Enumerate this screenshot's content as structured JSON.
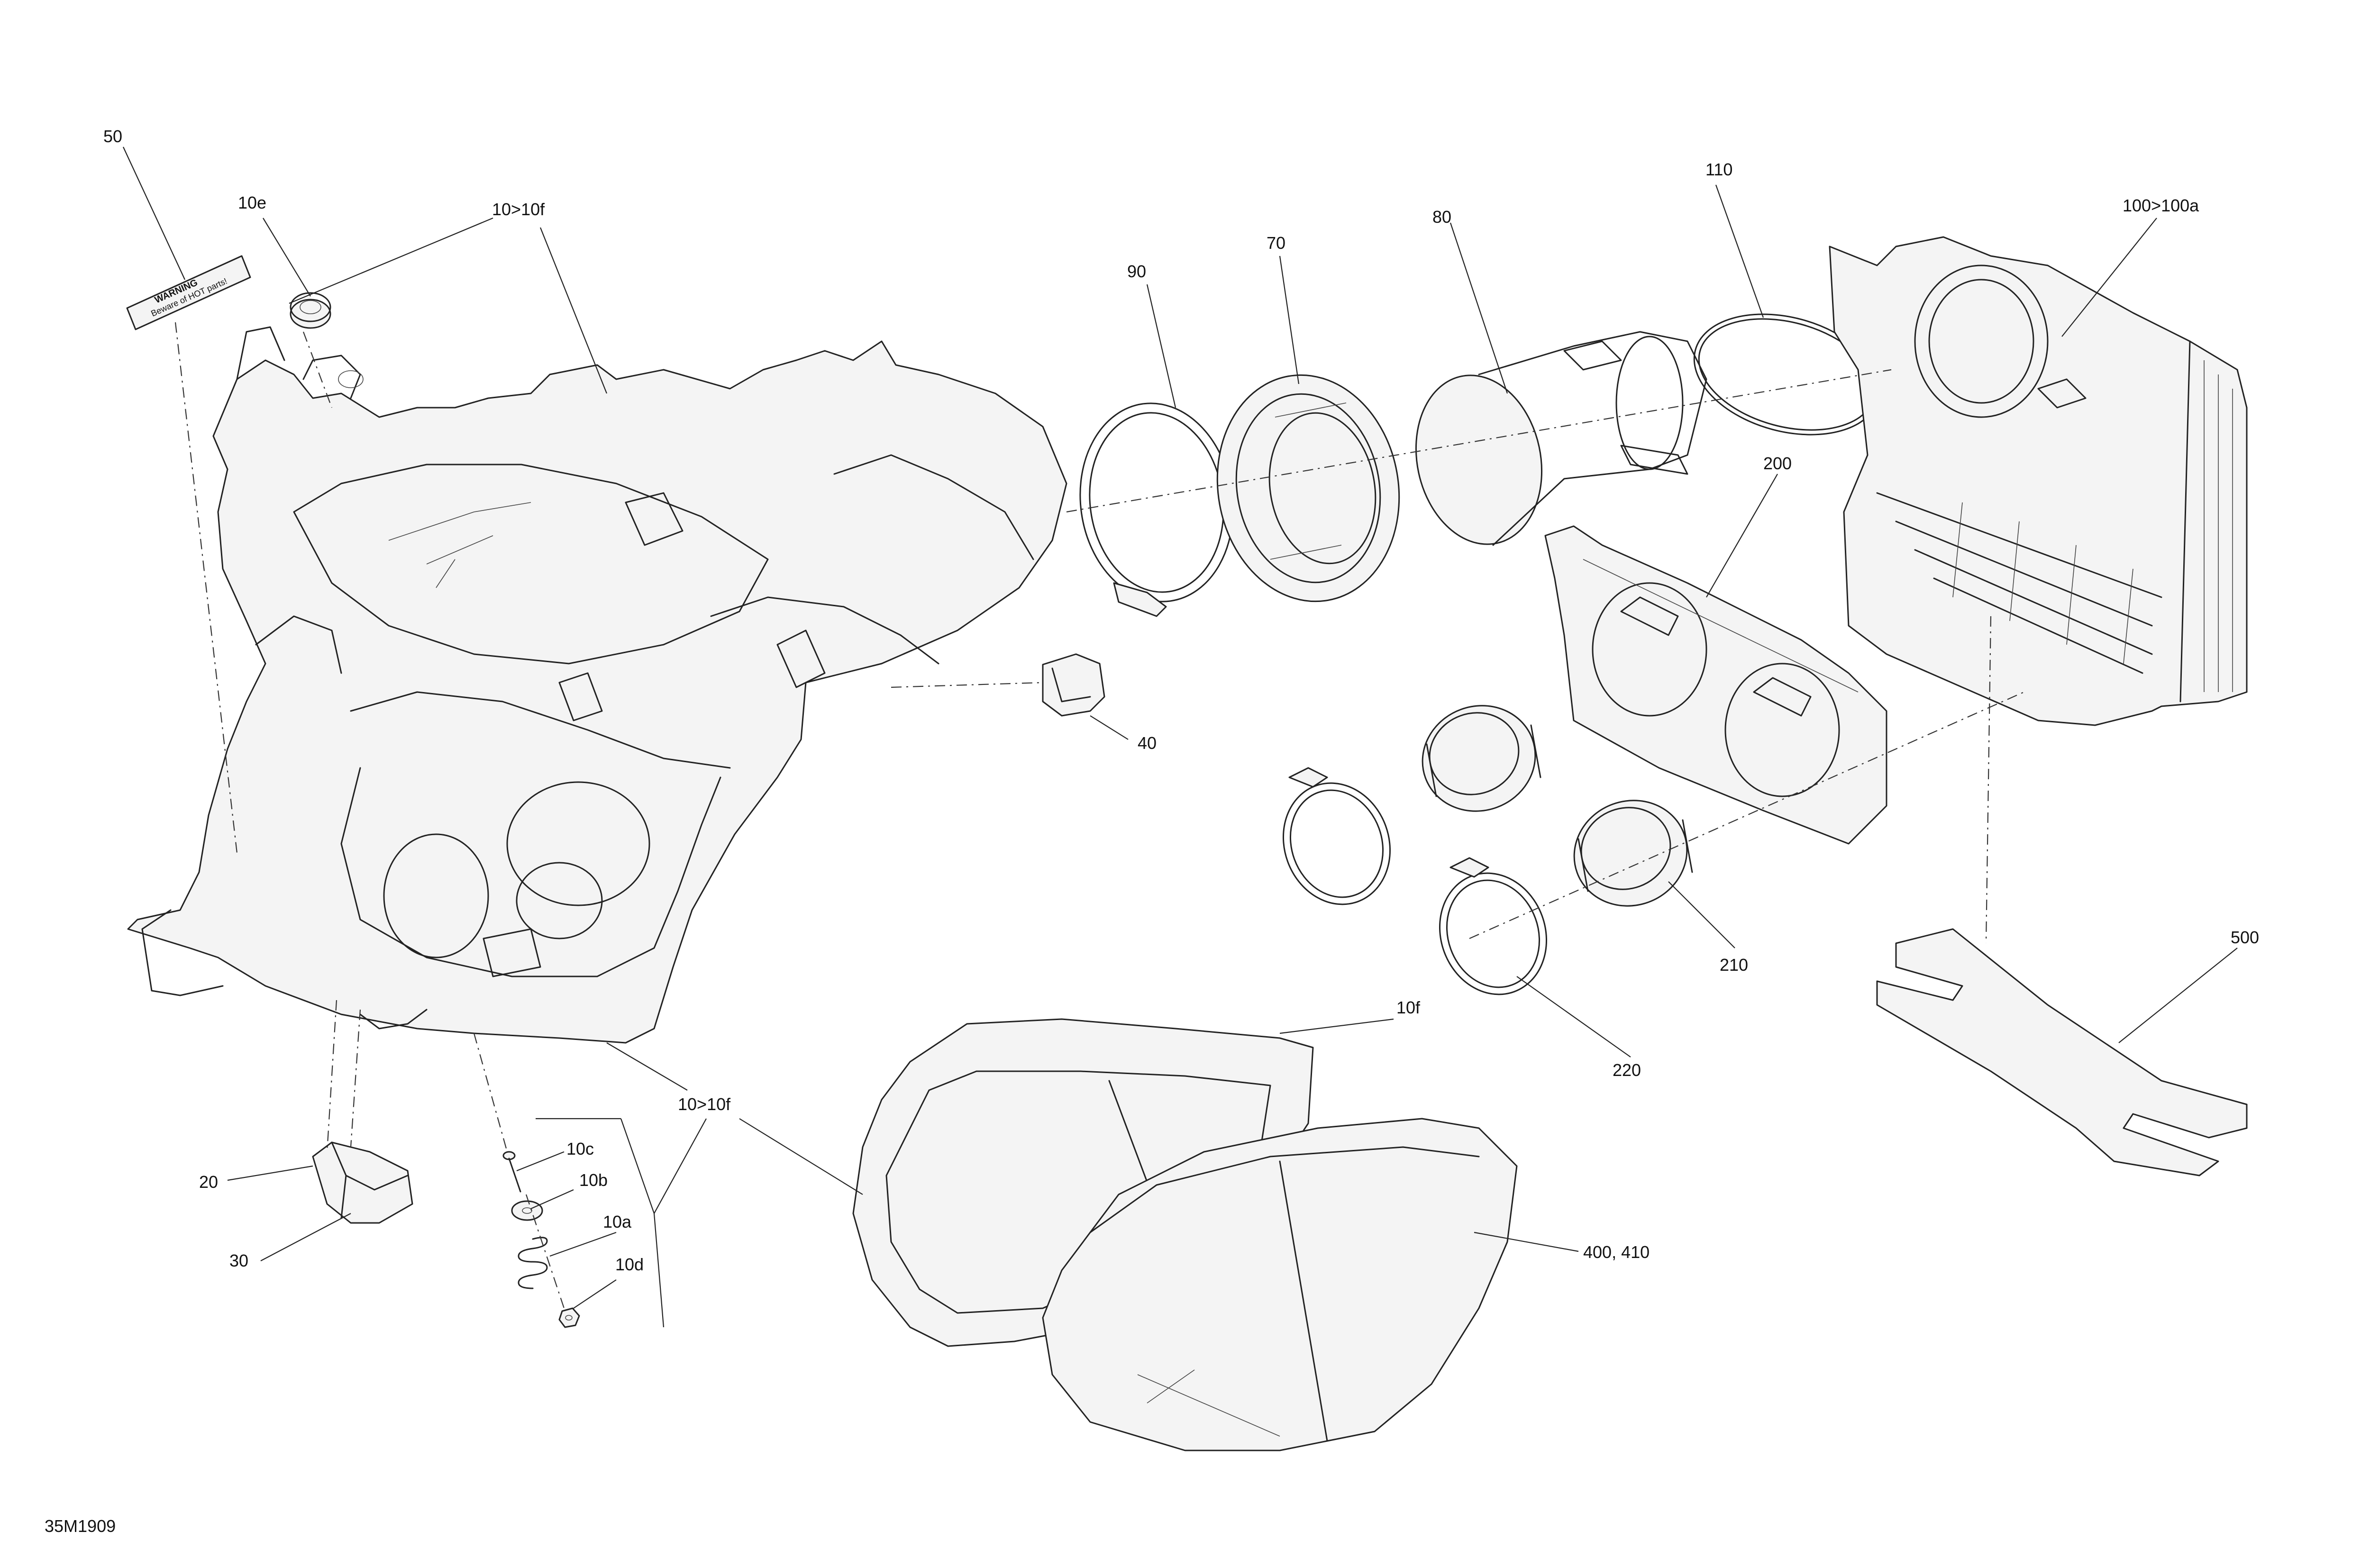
{
  "figure_id": "35M1909",
  "callouts": {
    "c50": "50",
    "c10e": "10e",
    "c10to10f_top": "10>10f",
    "c90": "90",
    "c70": "70",
    "c80": "80",
    "c110": "110",
    "c100": "100>100a",
    "c200": "200",
    "c40": "40",
    "c500": "500",
    "c210": "210",
    "c220": "220",
    "c10f": "10f",
    "c10to10f_bottom": "10>10f",
    "c10c": "10c",
    "c10b": "10b",
    "c10a": "10a",
    "c10d": "10d",
    "c20": "20",
    "c30": "30",
    "c400": "400, 410"
  },
  "label_50": {
    "line1": "WARNING",
    "line2": "Beware of HOT parts!"
  }
}
